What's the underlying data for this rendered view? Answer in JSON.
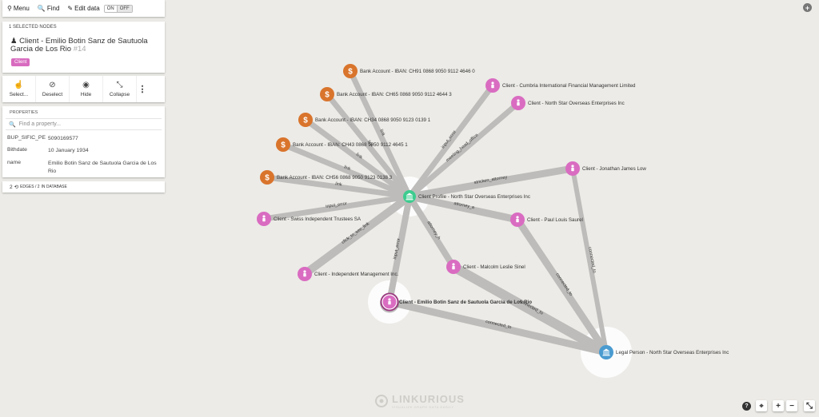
{
  "toolbar": {
    "menu": "Menu",
    "find": "Find",
    "edit": "Edit data",
    "on": "ON",
    "off": "OFF"
  },
  "selection": {
    "count": "1 SELECTED NODES",
    "title": "Client - Emilio Botin Sanz de Sautuola Garcia de Los Rio",
    "id": "#14",
    "badge": "Client",
    "badge_color": "#d86bbf"
  },
  "actions": [
    "Select...",
    "Deselect",
    "Hide",
    "Collapse"
  ],
  "properties": {
    "header": "PROPERTIES",
    "search_placeholder": "Find a property...",
    "rows": [
      {
        "key": "BUP_SIFIC_PE",
        "value": "5090169577"
      },
      {
        "key": "Bithdate",
        "value": "10 January 1934"
      },
      {
        "key": "name",
        "value": "Emilio Botin Sanz de Sautuola Garcia de Los Rio"
      }
    ]
  },
  "edges": {
    "count": "2",
    "mid": "edges / 2",
    "in_db": "in database"
  },
  "graph": {
    "colors": {
      "client": "#d96cc1",
      "account": "#d9742c",
      "profile": "#3ccc8f",
      "legal": "#4a9bd0"
    },
    "nodes": [
      {
        "id": "p",
        "type": "profile",
        "label": "Client Profile - North Star Overseas Enterprises Inc",
        "icon": "bank-icon"
      },
      {
        "id": "b1",
        "type": "account",
        "label": "Bank Account - IBAN: CH91 0868 9050 9112 4646 0",
        "icon": "dollar-icon"
      },
      {
        "id": "b2",
        "type": "account",
        "label": "Bank Account - IBAN: CH65 0868 9050 9112 4644 3",
        "icon": "dollar-icon"
      },
      {
        "id": "b3",
        "type": "account",
        "label": "Bank Account - IBAN: CH34 0868 9050 9123 0139 1",
        "icon": "dollar-icon"
      },
      {
        "id": "b4",
        "type": "account",
        "label": "Bank Account - IBAN: CH43 0868 9050 9112 4645 1",
        "icon": "dollar-icon"
      },
      {
        "id": "b5",
        "type": "account",
        "label": "Bank Account - IBAN: CH56 0868 9050 9123 0138 3",
        "icon": "dollar-icon"
      },
      {
        "id": "c1",
        "type": "client",
        "label": "Client - Cumbria International Financial Management Limited",
        "icon": "person-icon"
      },
      {
        "id": "c2",
        "type": "client",
        "label": "Client - North Star Overseas Enterprises Inc",
        "icon": "person-icon"
      },
      {
        "id": "c3",
        "type": "client",
        "label": "Client - Jonathan James Low",
        "icon": "person-icon"
      },
      {
        "id": "c4",
        "type": "client",
        "label": "Client - Swiss Independent Trustees SA",
        "icon": "person-icon"
      },
      {
        "id": "c5",
        "type": "client",
        "label": "Client - Paul Louis Saurel",
        "icon": "person-icon"
      },
      {
        "id": "c6",
        "type": "client",
        "label": "Client - Malcolm Leslie Sinel",
        "icon": "person-icon"
      },
      {
        "id": "c7",
        "type": "client",
        "label": "Client - Independent Management Inc.",
        "icon": "person-icon"
      },
      {
        "id": "sel",
        "type": "client",
        "label": "Client - Emilio Botin Sanz de Sautuola Garcia de Los Rio",
        "icon": "person-icon",
        "selected": true
      },
      {
        "id": "lp",
        "type": "legal",
        "label": "Legal Person - North Star Overseas Enterprises Inc",
        "icon": "bank-icon"
      }
    ],
    "edges": [
      {
        "from": "p",
        "to": "b1",
        "label": "link"
      },
      {
        "from": "p",
        "to": "b2",
        "label": "link"
      },
      {
        "from": "p",
        "to": "b3",
        "label": "link"
      },
      {
        "from": "p",
        "to": "b4",
        "label": "link"
      },
      {
        "from": "p",
        "to": "b5",
        "label": "link"
      },
      {
        "from": "p",
        "to": "c1",
        "label": "input_error"
      },
      {
        "from": "p",
        "to": "c2",
        "label": "meeting_head_office"
      },
      {
        "from": "p",
        "to": "c3",
        "label": "stricken_attorney"
      },
      {
        "from": "p",
        "to": "c4",
        "label": "input_error"
      },
      {
        "from": "p",
        "to": "c5",
        "label": "attorney_a"
      },
      {
        "from": "p",
        "to": "c6",
        "label": "attorney_h"
      },
      {
        "from": "p",
        "to": "c7",
        "label": "click_to_see_link"
      },
      {
        "from": "p",
        "to": "sel",
        "label": "input_error"
      },
      {
        "from": "c3",
        "to": "lp",
        "label": "connected_to"
      },
      {
        "from": "c5",
        "to": "lp",
        "label": "connected_to"
      },
      {
        "from": "c6",
        "to": "lp",
        "label": "connected_to"
      },
      {
        "from": "sel",
        "to": "lp",
        "label": "connected_to"
      }
    ]
  },
  "logo": {
    "word": "LINKURIOUS",
    "tagline": "VISUALIZE GRAPH DATA EASILY"
  },
  "zoom": {
    "help": "?",
    "center": "+",
    "zoom_in": "+",
    "zoom_out": "−",
    "fullscreen": "⤡",
    "add": "+"
  }
}
